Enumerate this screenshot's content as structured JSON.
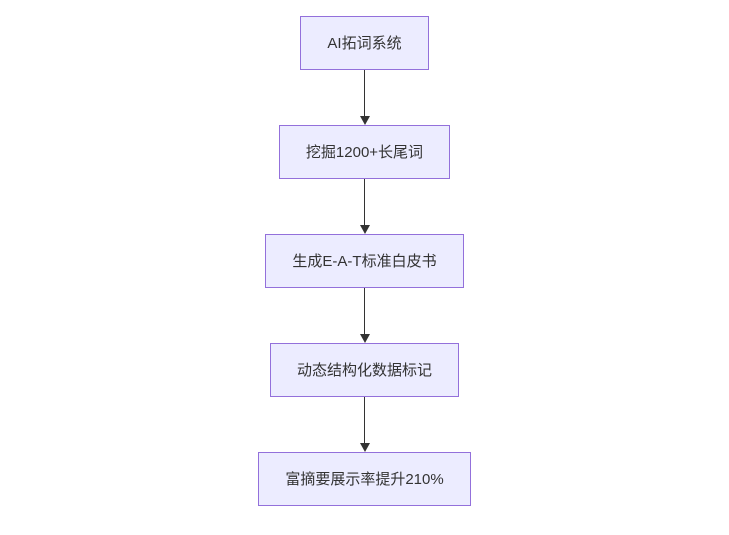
{
  "diagram": {
    "type": "flowchart",
    "direction": "top-down",
    "style": {
      "node_fill": "#ececff",
      "node_border": "#9370db",
      "text_color": "#333333",
      "arrow_color": "#333333",
      "background": "#ffffff"
    },
    "nodes": [
      {
        "id": "step-1",
        "label": "AI拓词系统"
      },
      {
        "id": "step-2",
        "label": "挖掘1200+长尾词"
      },
      {
        "id": "step-3",
        "label": "生成E-A-T标准白皮书"
      },
      {
        "id": "step-4",
        "label": "动态结构化数据标记"
      },
      {
        "id": "step-5",
        "label": "富摘要展示率提升210%"
      }
    ],
    "edges": [
      {
        "from": "step-1",
        "to": "step-2"
      },
      {
        "from": "step-2",
        "to": "step-3"
      },
      {
        "from": "step-3",
        "to": "step-4"
      },
      {
        "from": "step-4",
        "to": "step-5"
      }
    ]
  }
}
